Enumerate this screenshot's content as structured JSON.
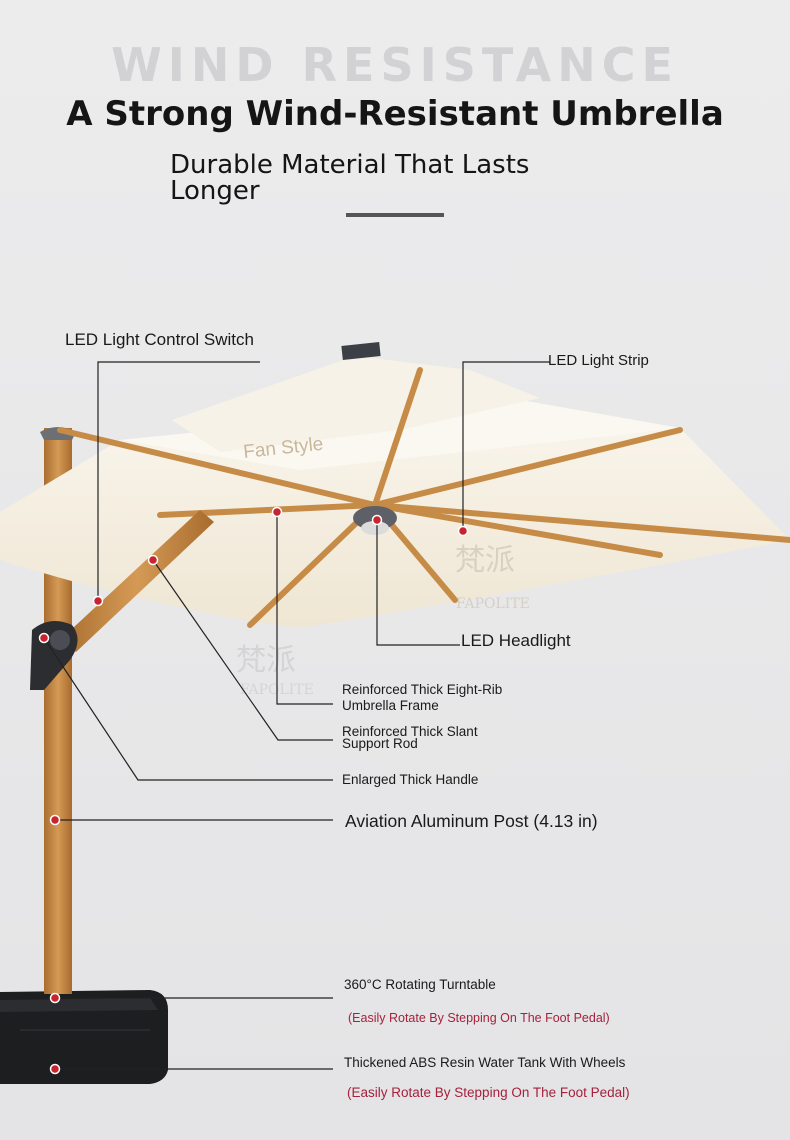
{
  "background_word": "WIND RESISTANCE",
  "headline": "A Strong Wind-Resistant Umbrella",
  "subheadline": "Durable Material That Lasts Longer",
  "canopy_label": "Fan Style",
  "watermark_cn": "梵派",
  "watermark_en": "FAPOLITE",
  "callouts": {
    "led_switch": "LED Light Control Switch",
    "led_strip": "LED Light Strip",
    "led_headlight": "LED Headlight",
    "frame_line1": "Reinforced Thick Eight-Rib",
    "frame_line2": "Umbrella Frame",
    "rod_line1": "Reinforced Thick Slant",
    "rod_line2": "Support Rod",
    "handle": "Enlarged Thick Handle",
    "post": "Aviation Aluminum Post (4.13 in)",
    "turntable": "360°C Rotating Turntable",
    "turntable_note": "(Easily Rotate By Stepping On The Foot Pedal)",
    "tank": "Thickened ABS Resin Water Tank With Wheels",
    "tank_note": "(Easily Rotate By Stepping On The Foot Pedal)"
  },
  "colors": {
    "canopy": "#f3ecdd",
    "wood": "#c48a45",
    "marker": "#c8242f",
    "note": "#a6213b"
  }
}
